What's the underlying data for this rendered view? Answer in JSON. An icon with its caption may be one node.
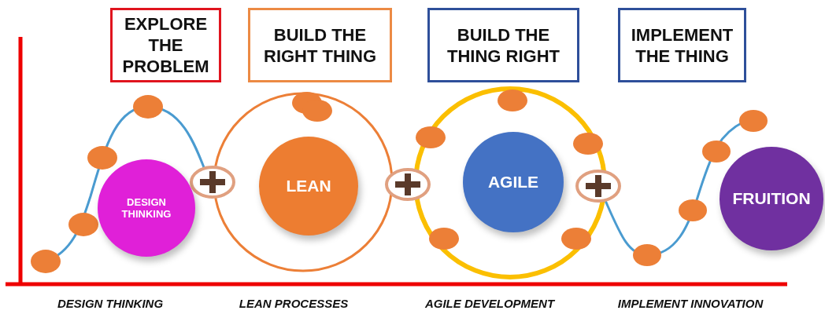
{
  "diagram": {
    "nodes": [
      {
        "text": [
          "EXPLORE THE PROBLEM"
        ]
      },
      {
        "text": [
          "BUILD THE RIGHT THING"
        ]
      },
      {
        "text": [
          "BUILD THE THING RIGHT"
        ]
      },
      {
        "text": [
          "IMPLEMENT THE THING"
        ]
      },
      {
        "text": [
          "DESIGN THINKING"
        ]
      },
      {
        "text": [
          "LEAN"
        ]
      },
      {
        "text": [
          "AGILE"
        ]
      },
      {
        "text": [
          "FRUITION"
        ]
      }
    ],
    "labels": [
      "DESIGN THINKING",
      "LEAN PROCESSES",
      "AGILE DEVELOPMENT",
      "IMPLEMENT INNOVATION"
    ]
  }
}
